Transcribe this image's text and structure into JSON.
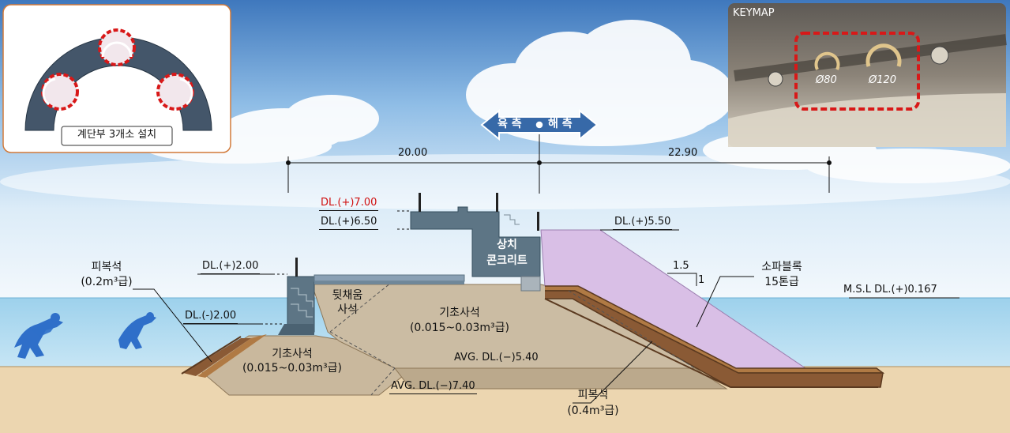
{
  "inset": {
    "caption": "계단부 3개소 설치"
  },
  "keymap": {
    "title": "KEYMAP",
    "pipe_small": "Ø80",
    "pipe_large": "Ø120"
  },
  "direction": {
    "land": "육 측",
    "sea": "해 측"
  },
  "dimensions": {
    "left": "20.00",
    "right": "22.90",
    "slope_h": "1.5",
    "slope_v": "1"
  },
  "levels": {
    "crest_top": "DL.(+)7.00",
    "crest": "DL.(+)6.50",
    "backfill_top": "DL.(+)2.00",
    "back_toe": "DL.(-)2.00",
    "armor_top": "DL.(+)5.50",
    "msl": "M.S.L  DL.(+)0.167",
    "avg_mid": "AVG. DL.(−)5.40",
    "avg_low": "AVG. DL.(−)7.40"
  },
  "materials": {
    "cap_concrete_1": "상치",
    "cap_concrete_2": "콘크리트",
    "backfill_1": "뒷채움",
    "backfill_2": "사석",
    "core_stone": "기초사석",
    "core_stone_spec": "(0.015~0.03m³급)",
    "base_stone": "기초사석",
    "base_stone_spec": "(0.015~0.03m³급)",
    "cover_left_1": "피복석",
    "cover_left_2": "(0.2m³급)",
    "cover_right_1": "피복석",
    "cover_right_2": "(0.4m³급)",
    "armor_1": "소파블록",
    "armor_2": "15톤급"
  },
  "colors": {
    "sky_top": "#4f86c6",
    "sea": "#a9d7ee",
    "seabed": "#ecd6b0",
    "core": "#cbbca3",
    "armor": "#d9bfe6",
    "concrete": "#5d7585",
    "cover": "#8a5a35",
    "red_label": "#d01010"
  }
}
